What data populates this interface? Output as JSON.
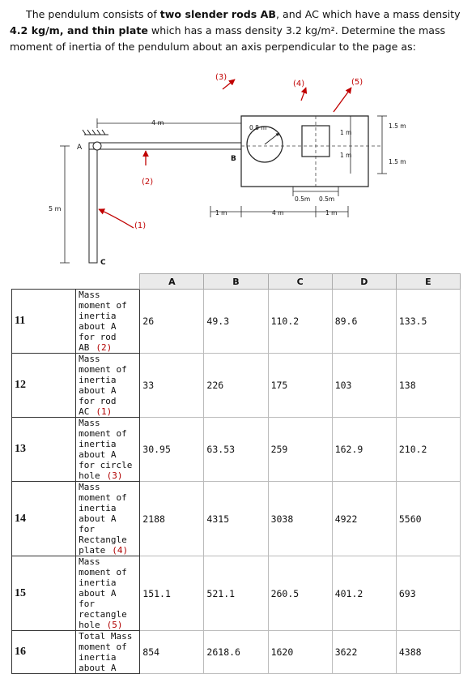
{
  "problem": {
    "p1": "The pendulum consists of ",
    "b1": "two slender rods AB",
    "p2": ", and AC which have a mass density ",
    "b2": "4.2 kg/m, and thin plate",
    "p3": " which has a mass density 3.2 kg/m². Determine the mass moment of inertia of the pendulum about an axis perpendicular to the page as:"
  },
  "figure": {
    "labels": {
      "A": "A",
      "B": "B",
      "C": "C",
      "tag3": "(3)",
      "tag4": "(4)",
      "tag5": "(5)",
      "tag2": "(2)",
      "tag1": "(1)",
      "d_4m_top": "4 m",
      "d_5m": "5 m",
      "d_08m": "0.8 m",
      "d_15m_a": "1.5 m",
      "d_1m_a": "1 m",
      "d_1m_b": "1 m",
      "d_15m_b": "1.5 m",
      "d_05m_a": "0.5m",
      "d_05m_b": "0.5m",
      "d_1m_c": "1 m",
      "d_4m_b": "4 m",
      "d_1m_d": "1 m"
    },
    "colors": {
      "arrow": "#c00000",
      "line": "#222222"
    }
  },
  "table": {
    "headers": [
      "A",
      "B",
      "C",
      "D",
      "E"
    ],
    "rows": [
      {
        "num": "11",
        "question": "Mass moment of inertia about A for rod AB",
        "tag": "(2)",
        "values": [
          "26",
          "49.3",
          "110.2",
          "89.6",
          "133.5"
        ]
      },
      {
        "num": "12",
        "question": "Mass moment of inertia about A for rod AC",
        "tag": "(1)",
        "values": [
          "33",
          "226",
          "175",
          "103",
          "138"
        ]
      },
      {
        "num": "13",
        "question": "Mass moment of inertia about A for circle hole",
        "tag": "(3)",
        "values": [
          "30.95",
          "63.53",
          "259",
          "",
          "162.9",
          "210.2"
        ]
      },
      {
        "num": "14",
        "question": "Mass moment of inertia about A for Rectangle plate",
        "tag": "(4)",
        "values": [
          "2188",
          "4315",
          "3038",
          "4922",
          "5560"
        ]
      },
      {
        "num": "15",
        "question": "Mass moment of inertia about A for rectangle hole",
        "tag": "(5)",
        "values": [
          "151.1",
          "521.1",
          "260.5",
          "401.2",
          "693"
        ]
      },
      {
        "num": "16",
        "question": "Total Mass moment of inertia about A",
        "tag": "",
        "values": [
          "854",
          "2618.6",
          "1620",
          "3622",
          "4388"
        ]
      }
    ]
  }
}
